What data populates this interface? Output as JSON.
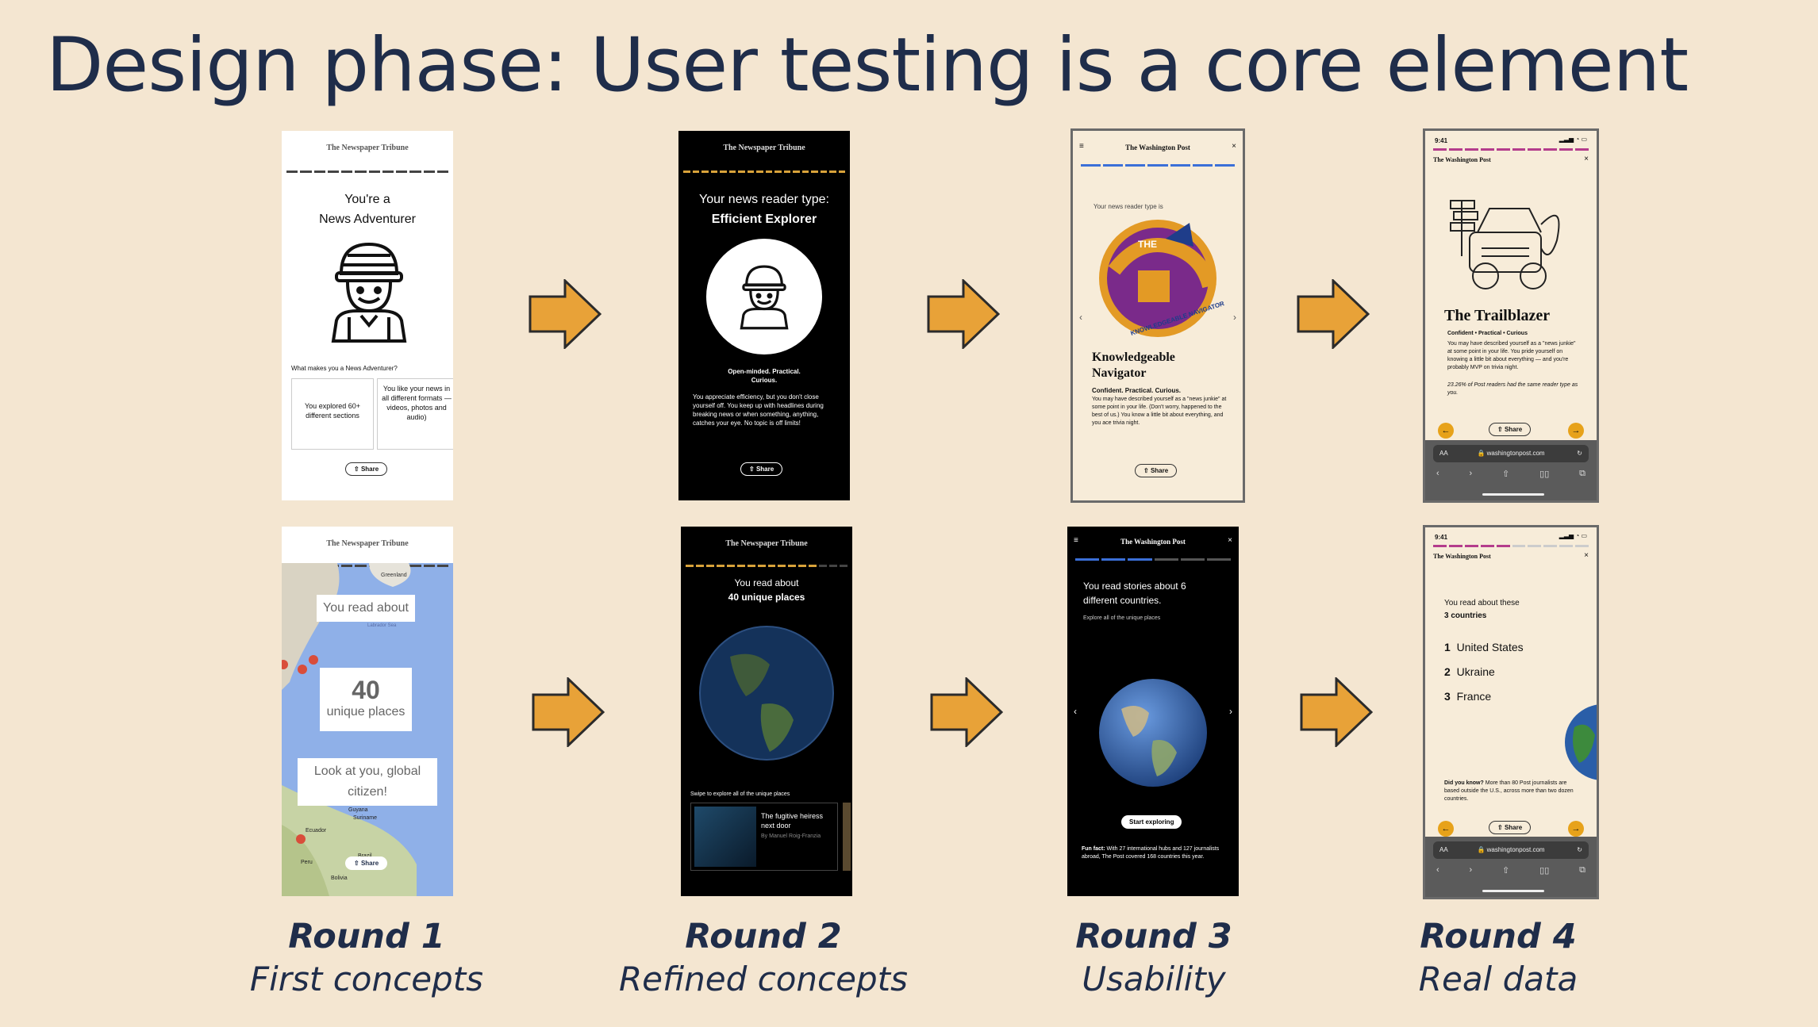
{
  "slide": {
    "title": "Design phase: User testing is a core element"
  },
  "rounds": [
    {
      "title": "Round 1",
      "subtitle": "First concepts"
    },
    {
      "title": "Round 2",
      "subtitle": "Refined concepts"
    },
    {
      "title": "Round 3",
      "subtitle": "Usability"
    },
    {
      "title": "Round 4",
      "subtitle": "Real data"
    }
  ],
  "screens": {
    "r1_top": {
      "masthead": "The Newspaper Tribune",
      "heading_1": "You're a",
      "heading_2": "News Adventurer",
      "question": "What makes you a News Adventurer?",
      "card_1": "You explored 60+ different sections",
      "card_2": "You like your news in all different formats — videos, photos and audio)",
      "share": "Share"
    },
    "r2_top": {
      "masthead": "The Newspaper Tribune",
      "heading_1": "Your news reader type:",
      "heading_2": "Efficient Explorer",
      "traits": "Open-minded. Practical. Curious.",
      "body": "You appreciate efficiency, but you don't close yourself off. You keep up with headlines during breaking news or when something, anything, catches your eye. No topic is off limits!",
      "share": "Share"
    },
    "r3_top": {
      "masthead": "The Washington Post",
      "intro": "Your news reader type is",
      "badge_1": "THE",
      "badge_2": "KNOWLEDGEABLE NAVIGATOR",
      "heading": "Knowledgeable Navigator",
      "traits": "Confident. Practical. Curious.",
      "body": "You may have described yourself as a \"news junkie\" at some point in your life. (Don't worry, happened to the best of us.) You know a little bit about everything, and you ace trivia night.",
      "share": "Share"
    },
    "r4_top": {
      "time": "9:41",
      "masthead": "The Washington Post",
      "heading": "The Trailblazer",
      "traits": "Confident • Practical • Curious",
      "body": "You may have described yourself as a \"news junkie\" at some point in your life. You pride yourself on knowing a little bit about everything — and you're probably MVP on trivia night.",
      "stat": "23.26% of Post readers had the same reader type as you.",
      "share": "Share",
      "url": "washingtonpost.com",
      "aa": "AA"
    },
    "r1_bottom": {
      "masthead": "The Newspaper Tribune",
      "card_1": "You read about",
      "card_2_num": "40",
      "card_2_text": "unique places",
      "card_3": "Look at you, global citizen!",
      "map_greenland": "Greenland",
      "map_labrador": "Labrador Sea",
      "map_ecuador": "Ecuador",
      "map_guyana": "Guyana",
      "map_suriname": "Suriname",
      "map_brazil": "Brazil",
      "map_peru": "Peru",
      "map_bolivia": "Bolivia",
      "share": "Share"
    },
    "r2_bottom": {
      "masthead": "The Newspaper Tribune",
      "heading_1": "You read about",
      "heading_2": "40 unique places",
      "swipe": "Swipe to explore all of the unique places",
      "story_title": "The fugitive heiress next door",
      "story_byline": "By Manuel Roig-Franzia"
    },
    "r3_bottom": {
      "masthead": "The Washington Post",
      "heading": "You read stories about 6 different countries.",
      "sub": "Explore all of the unique places",
      "cta": "Start exploring",
      "fun_label": "Fun fact:",
      "fun_body": "With 27 international hubs and 127 journalists abroad, The Post covered 168 countries this year."
    },
    "r4_bottom": {
      "time": "9:41",
      "masthead": "The Washington Post",
      "intro": "You read about these",
      "count": "3 countries",
      "countries": [
        {
          "n": "1",
          "name": "United States"
        },
        {
          "n": "2",
          "name": "Ukraine"
        },
        {
          "n": "3",
          "name": "France"
        }
      ],
      "dyk_label": "Did you know?",
      "dyk_body": "More than 80 Post journalists are based outside the U.S., across more than two dozen countries.",
      "share": "Share",
      "url": "washingtonpost.com",
      "aa": "AA"
    }
  },
  "colors": {
    "background": "#f4e6d1",
    "title": "#1f2d4a",
    "arrow": "#e8a238",
    "accent": "#d8a23a"
  }
}
